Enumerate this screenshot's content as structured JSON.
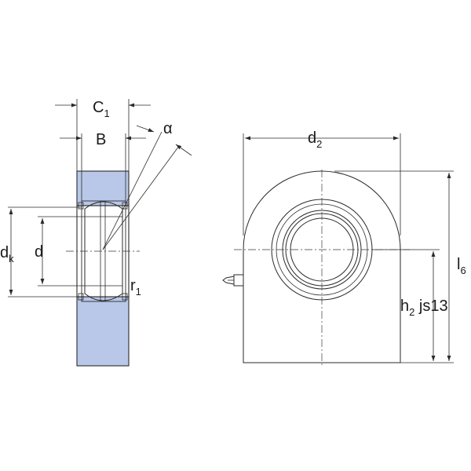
{
  "colors": {
    "section_fill": "#b9c8e8",
    "line": "#2a2a2a",
    "background": "#ffffff"
  },
  "side_view": {
    "C1": {
      "main": "C",
      "sub": "1"
    },
    "B": "B",
    "alpha": "α",
    "dk": {
      "main": "d",
      "sub": "k"
    },
    "d": "d",
    "r1": {
      "main": "r",
      "sub": "1"
    }
  },
  "front_view": {
    "d2": {
      "main": "d",
      "sub": "2"
    },
    "l6": {
      "main": "l",
      "sub": "6"
    },
    "h2": {
      "main": "h",
      "sub": "2",
      "suffix": " js13"
    }
  }
}
